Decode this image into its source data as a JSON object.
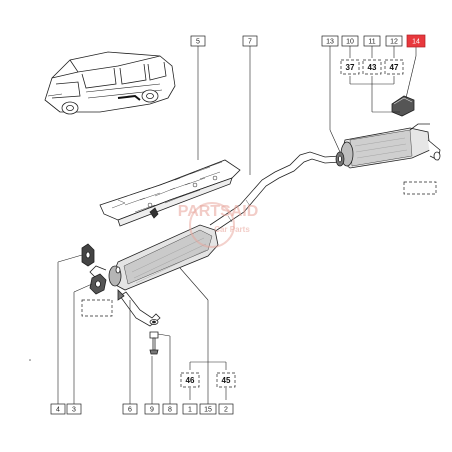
{
  "callouts": {
    "c1": "1",
    "c2": "2",
    "c3": "3",
    "c4": "4",
    "c5": "5",
    "c6": "6",
    "c7": "7",
    "c8": "8",
    "c9": "9",
    "c10": "10",
    "c11": "11",
    "c12": "12",
    "c13": "13",
    "c14": "14",
    "c15": "15"
  },
  "quantities": {
    "q37": "37",
    "q43": "43",
    "q47": "47",
    "q46": "46",
    "q45": "45"
  },
  "watermark": {
    "line1": "PARTSAID",
    "line2": "Car Parts"
  },
  "colors": {
    "highlight_callout": "#e8383d",
    "line": "#222222",
    "watermark": "#e8a49a"
  }
}
